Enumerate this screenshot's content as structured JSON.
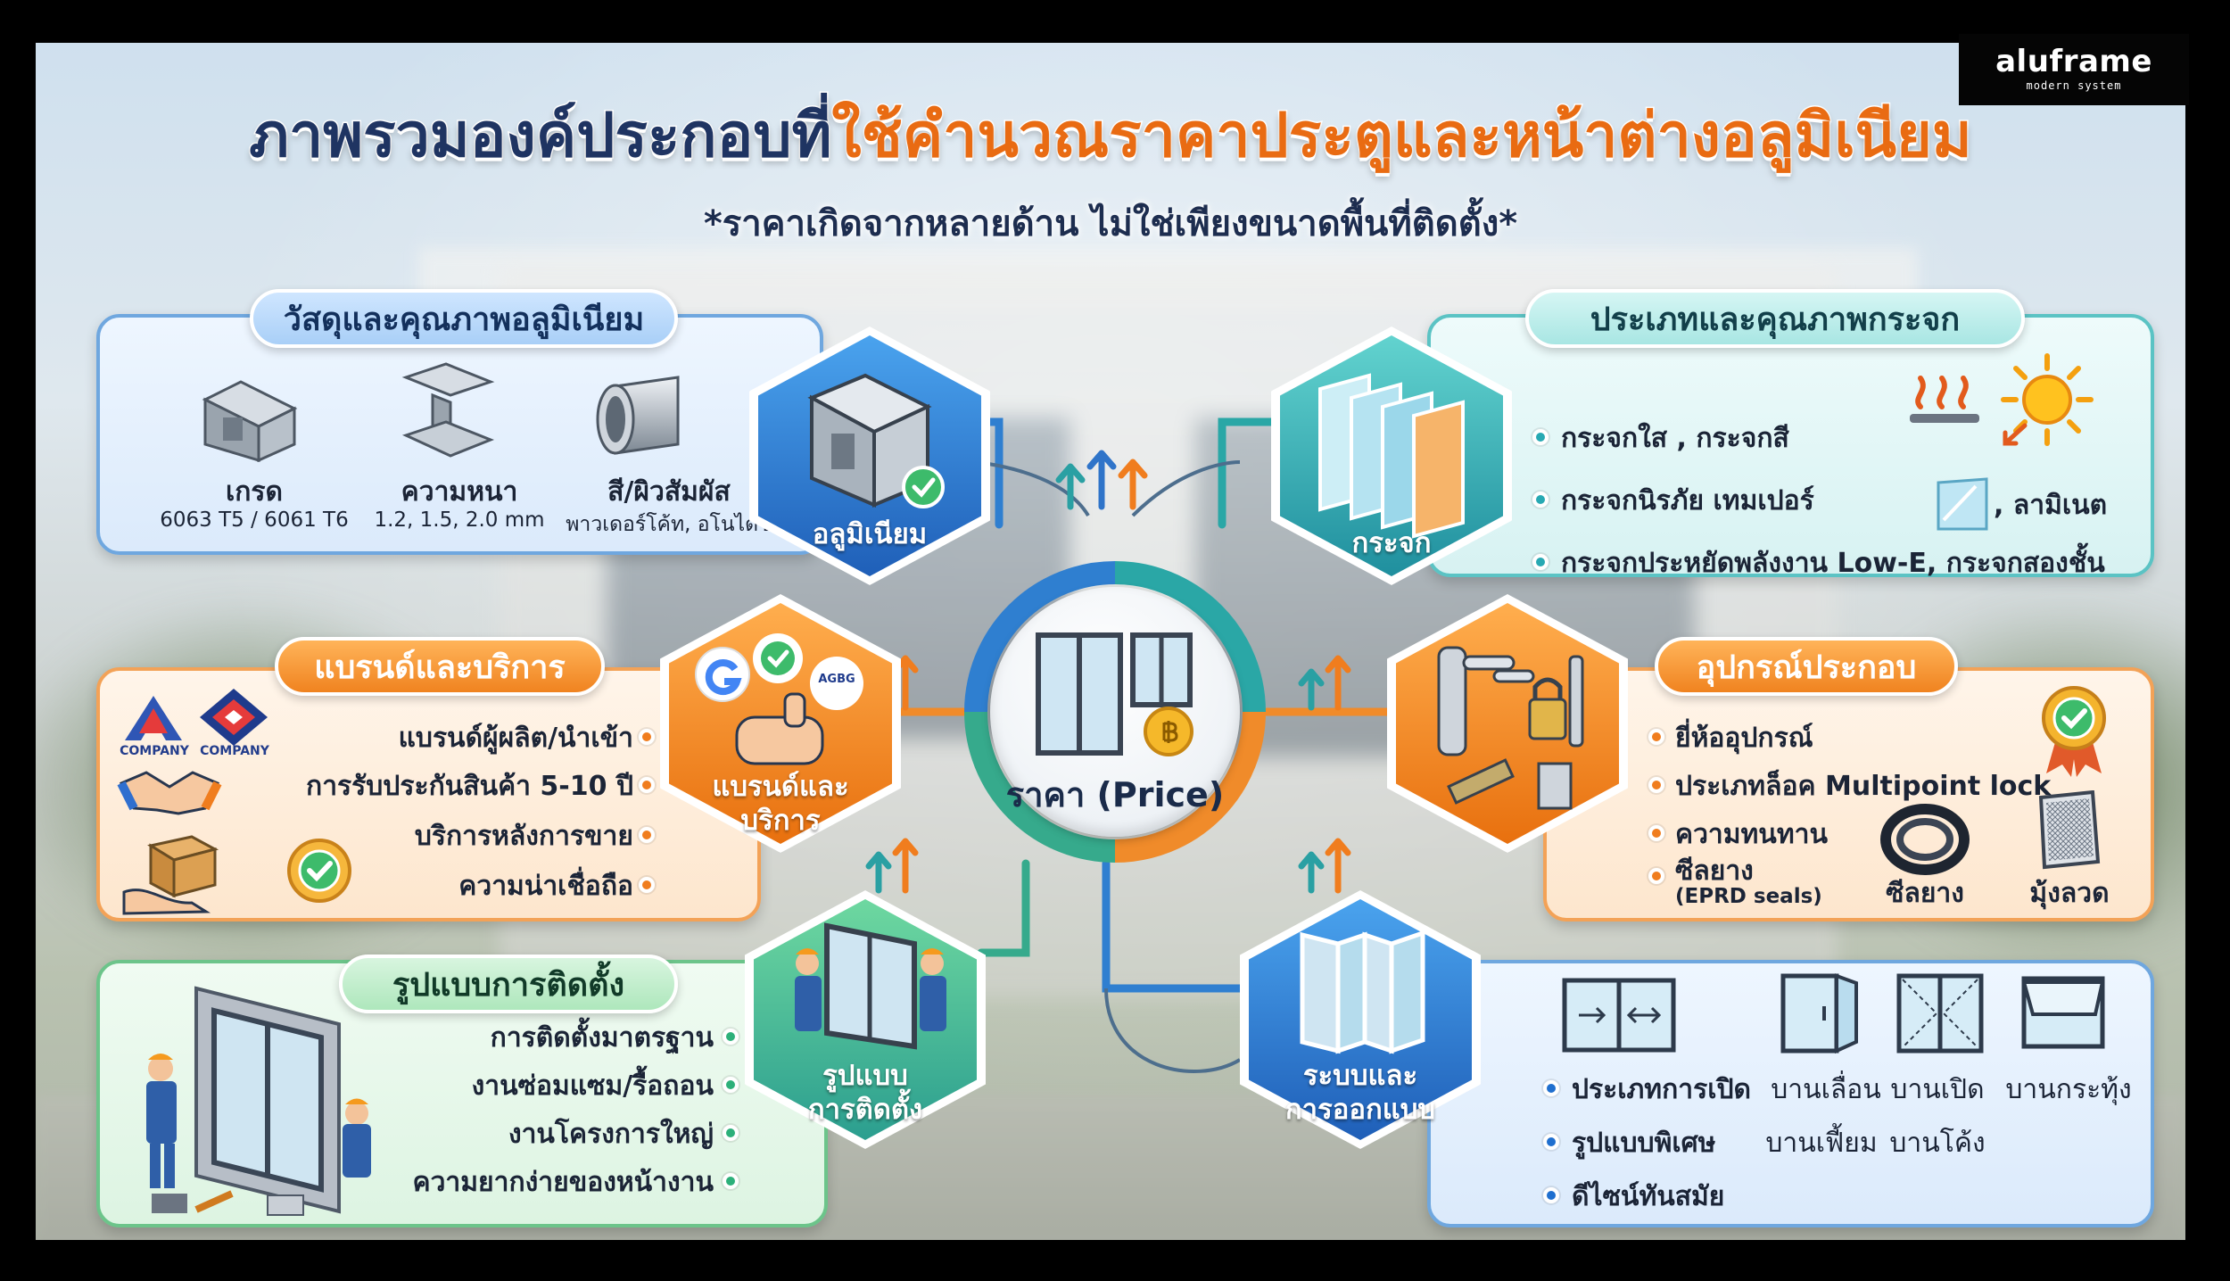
{
  "logo": {
    "brand": "aluframe",
    "tagline": "modern system"
  },
  "title": {
    "part1": "ภาพรวมองค์ประกอบที่",
    "part2": "ใช้คำนวณราคาประตูและหน้าต่างอลูมิเนียม"
  },
  "subtitle": "*ราคาเกิดจากหลายด้าน ไม่ใช่เพียงขนาดพื้นที่ติดตั้ง*",
  "center": {
    "label": "ราคา (Price)"
  },
  "colors": {
    "navy": "#1f3462",
    "orange": "#e96b12",
    "blue": "#1f6fcf",
    "teal": "#28a9b3",
    "green": "#2db07a"
  },
  "aluminum": {
    "header": "วัสดุและคุณภาพอลูมิเนียม",
    "hex_label": "อลูมิเนียม",
    "items": [
      {
        "label": "เกรด",
        "detail": "6063 T5 / 6061 T6"
      },
      {
        "label": "ความหนา",
        "detail": "1.2, 1.5, 2.0 mm"
      },
      {
        "label": "สี/ผิวสัมผัส",
        "detail": "พาวเดอร์โค้ท, อโนไดซ์"
      }
    ]
  },
  "glass": {
    "header": "ประเภทและคุณภาพกระจก",
    "hex_label": "กระจก",
    "items": [
      "กระจกใส , กระจกสี",
      "กระจกนิรภัย เทมเปอร์",
      "กระจกประหยัดพลังงาน Low-E, กระจกสองชั้น"
    ],
    "laminate": ", ลามิเนต"
  },
  "brand": {
    "header": "แบรนด์และบริการ",
    "hex_label_1": "แบรนด์และ",
    "hex_label_2": "บริการ",
    "company_1": "COMPANY",
    "company_2": "COMPANY",
    "badge_text": "AGBG",
    "items": [
      "แบรนด์ผู้ผลิต/นำเข้า",
      "การรับประกันสินค้า 5-10 ปี",
      "บริการหลังการขาย",
      "ความน่าเชื่อถือ"
    ]
  },
  "hardware": {
    "header": "อุปกรณ์ประกอบ",
    "items": [
      "ยี่ห้ออุปกรณ์",
      "ประเภทล็อค Multipoint lock",
      "ความทนทาน",
      "ซีลยาง"
    ],
    "seal_note": "(EPRD seals)",
    "seal_label": "ซีลยาง",
    "mesh_label": "มุ้งลวด"
  },
  "installation": {
    "header": "รูปแบบการติดตั้ง",
    "hex_label_1": "รูปแบบ",
    "hex_label_2": "การติดตั้ง",
    "items": [
      "การติดตั้งมาตรฐาน",
      "งานซ่อมแซม/รื้อถอน",
      "งานโครงการใหญ่",
      "ความยากง่ายของหน้างาน"
    ]
  },
  "system": {
    "header_line_1": "ระบบและ",
    "header_line_2": "การออกแบบ",
    "rows": [
      {
        "label": "ประเภทการเปิด",
        "options": [
          "บานเลื่อน",
          "บานเปิด",
          "บานกระทุ้ง"
        ]
      },
      {
        "label": "รูปแบบพิเศษ",
        "options": [
          "บานเฟี้ยม",
          "บานโค้ง"
        ]
      },
      {
        "label": "ดีไซน์ทันสมัย",
        "options": []
      }
    ]
  }
}
